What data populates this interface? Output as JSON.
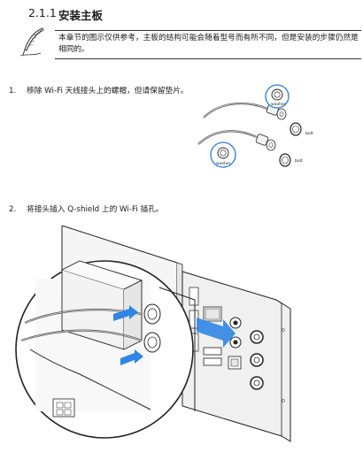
{
  "section": {
    "number": "2.1.1",
    "title": "安装主板"
  },
  "note": {
    "icon": "quill-note-icon",
    "text": "本章节的图示仅供参考，主板的结构可能会随着型号而有所不同，但是安装的步骤仍然是相同的。"
  },
  "steps": [
    {
      "number": "1.",
      "text": "移除 Wi-Fi 天线接头上的螺帽，但请保留垫片。"
    },
    {
      "number": "2.",
      "text": "将接头插入 Q-shield 上的 Wi-Fi 插孔。"
    }
  ],
  "figure1": {
    "labels": {
      "washer_top": "washer",
      "bolt_top": "bolt",
      "washer_bottom": "washer",
      "bolt_bottom": "bolt"
    }
  },
  "colors": {
    "highlight": "#2b7bd6",
    "arrow": "#2f86e6",
    "line": "#222222"
  }
}
